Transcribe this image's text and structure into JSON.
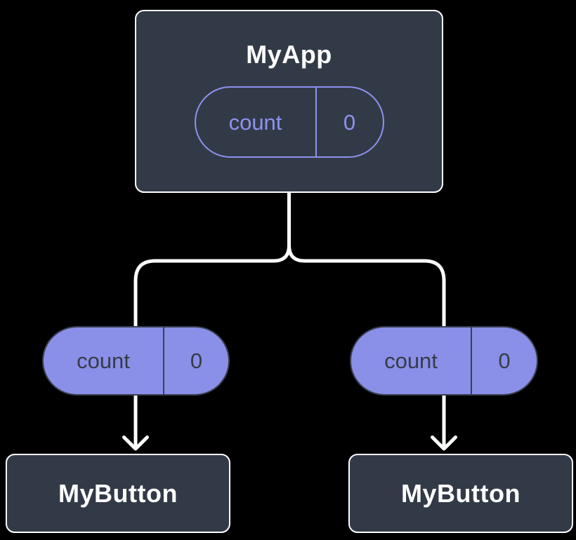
{
  "colors": {
    "background": "#000000",
    "card_bg": "#333A47",
    "card_border": "#FFFFFF",
    "pill_fill": "#8A8FE8",
    "pill_outline": "#8C92F0",
    "pill_dark_border": "#3A404E",
    "pill_dark_text": "#363C49",
    "connector": "#FFFFFF",
    "title_text": "#FFFFFF"
  },
  "diagram": {
    "root": {
      "title": "MyApp",
      "state": {
        "name": "count",
        "value": "0"
      }
    },
    "props": [
      {
        "name": "count",
        "value": "0"
      },
      {
        "name": "count",
        "value": "0"
      }
    ],
    "children": [
      {
        "title": "MyButton"
      },
      {
        "title": "MyButton"
      }
    ]
  }
}
